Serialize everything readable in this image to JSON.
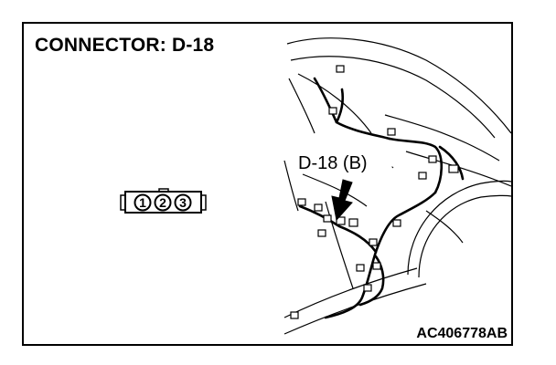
{
  "title": "CONNECTOR: D-18",
  "figure_code": "AC406778AB",
  "connector_face": {
    "pins": [
      "1",
      "2",
      "3"
    ]
  },
  "callout": {
    "label": "D-18 (B)"
  },
  "colors": {
    "line": "#000000",
    "background": "#ffffff"
  },
  "icons": [
    "connector-face-icon",
    "callout-arrow-icon",
    "vehicle-illustration"
  ]
}
